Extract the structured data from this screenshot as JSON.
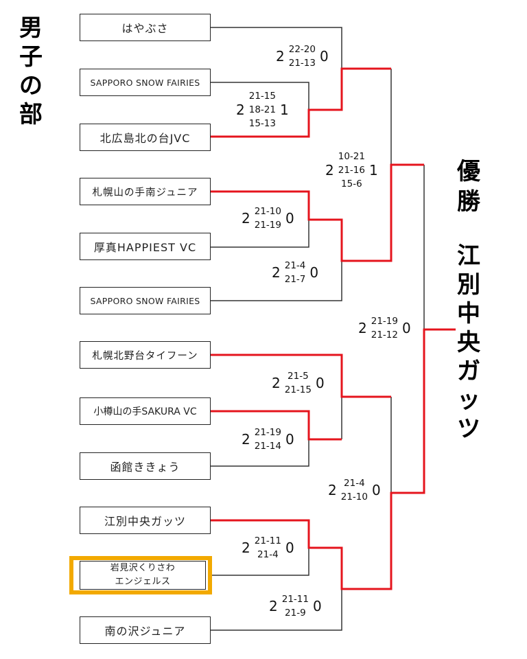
{
  "title": "男子の部",
  "champion_label": "優勝",
  "champion_team": "江別中央ガッツ",
  "colors": {
    "win_line": "#e5141d",
    "line": "#333333",
    "highlight": "#f2a900"
  },
  "teams": [
    {
      "name": "はやぶさ"
    },
    {
      "name": "SAPPORO SNOW FAIRIES"
    },
    {
      "name": "北広島北の台JVC"
    },
    {
      "name": "札幌山の手南ジュニア"
    },
    {
      "name": "厚真HAPPIEST VC"
    },
    {
      "name": "SAPPORO SNOW FAIRIES"
    },
    {
      "name": "札幌北野台タイフーン"
    },
    {
      "name": "小樽山の手SAKURA VC"
    },
    {
      "name": "函館ききょう"
    },
    {
      "name": "江別中央ガッツ"
    },
    {
      "name_line1": "岩見沢くりさわ",
      "name_line2": "エンジェルス"
    },
    {
      "name": "南の沢ジュニア"
    }
  ],
  "matches": [
    {
      "win": "2",
      "sets": [
        "22-20",
        "21-13"
      ],
      "lose": "0"
    },
    {
      "win": "2",
      "sets": [
        "21-15",
        "18-21",
        "15-13"
      ],
      "lose": "1"
    },
    {
      "win": "2",
      "sets": [
        "21-10",
        "21-19"
      ],
      "lose": "0"
    },
    {
      "win": "2",
      "sets": [
        "21-4",
        "21-7"
      ],
      "lose": "0"
    },
    {
      "win": "2",
      "sets": [
        "10-21",
        "21-16",
        "15-6"
      ],
      "lose": "1"
    },
    {
      "win": "2",
      "sets": [
        "21-5",
        "21-15"
      ],
      "lose": "0"
    },
    {
      "win": "2",
      "sets": [
        "21-19",
        "21-14"
      ],
      "lose": "0"
    },
    {
      "win": "2",
      "sets": [
        "21-11",
        "21-4"
      ],
      "lose": "0"
    },
    {
      "win": "2",
      "sets": [
        "21-11",
        "21-9"
      ],
      "lose": "0"
    },
    {
      "win": "2",
      "sets": [
        "21-4",
        "21-10"
      ],
      "lose": "0"
    },
    {
      "win": "2",
      "sets": [
        "21-19",
        "21-12"
      ],
      "lose": "0"
    }
  ]
}
